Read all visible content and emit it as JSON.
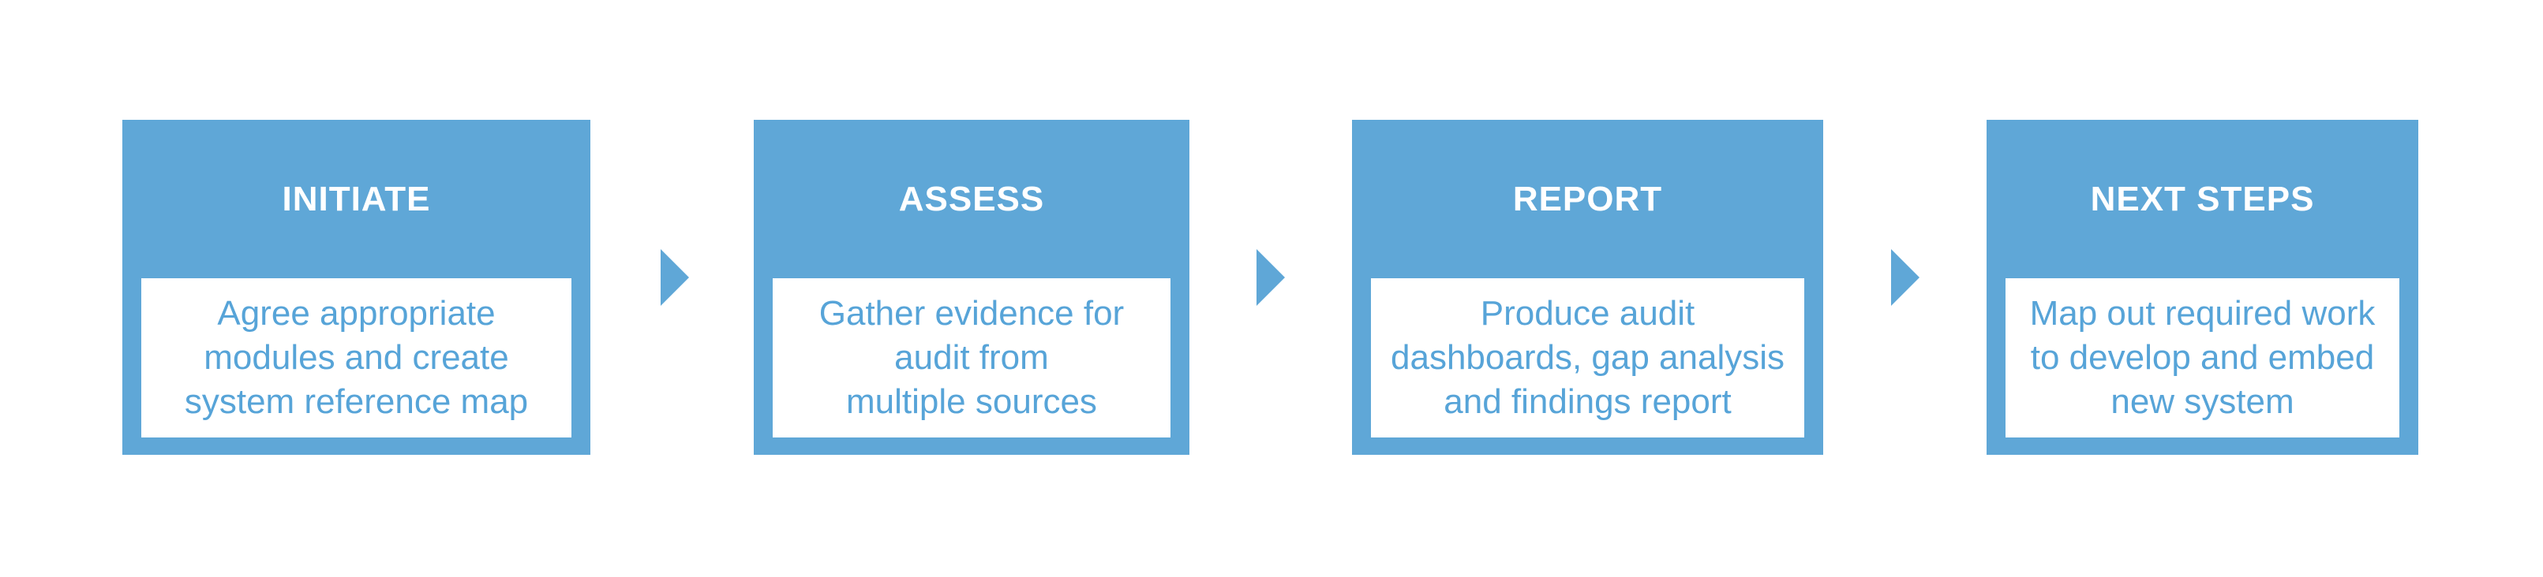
{
  "diagram": {
    "type": "process-flow",
    "colors": {
      "box_fill": "#5FA7D7",
      "inner_fill": "#FFFFFF",
      "title_text": "#FFFFFF",
      "body_text": "#57A4D8",
      "arrow": "#5FA7D7",
      "background": "#FFFFFF"
    },
    "steps": [
      {
        "title": "INITIATE",
        "description": "Agree appropriate\nmodules and create\nsystem reference map"
      },
      {
        "title": "ASSESS",
        "description": "Gather evidence for\naudit from\nmultiple sources"
      },
      {
        "title": "REPORT",
        "description": "Produce audit\ndashboards, gap analysis\nand findings report"
      },
      {
        "title": "NEXT STEPS",
        "description": "Map out required work\nto develop and embed\nnew system"
      }
    ],
    "connector": "right-arrow"
  }
}
